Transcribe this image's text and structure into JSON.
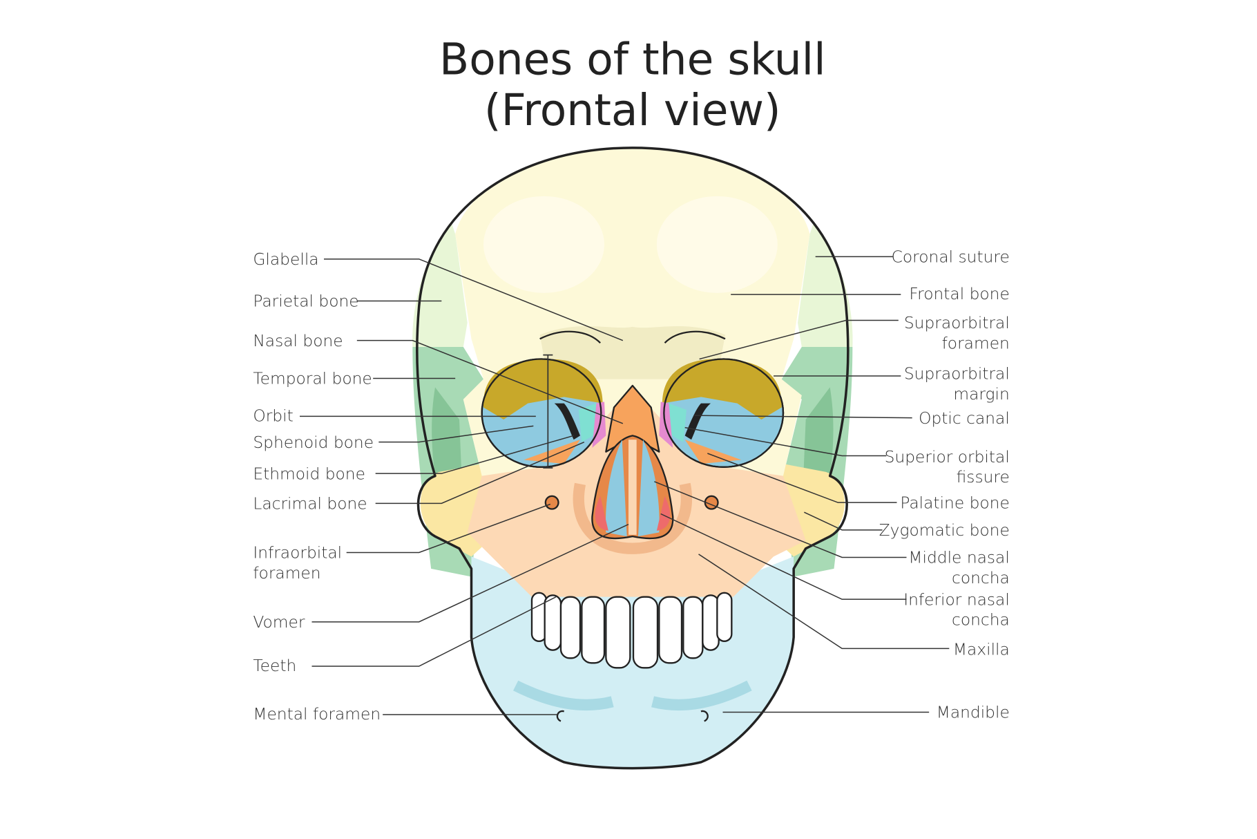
{
  "title": {
    "line1": "Bones of the skull",
    "line2": "(Frontal view)"
  },
  "labels_left": [
    {
      "lines": [
        "Glabella"
      ]
    },
    {
      "lines": [
        "Parietal bone"
      ]
    },
    {
      "lines": [
        "Nasal bone"
      ]
    },
    {
      "lines": [
        "Temporal bone"
      ]
    },
    {
      "lines": [
        "Orbit"
      ]
    },
    {
      "lines": [
        "Sphenoid bone"
      ]
    },
    {
      "lines": [
        "Ethmoid bone"
      ]
    },
    {
      "lines": [
        "Lacrimal bone"
      ]
    },
    {
      "lines": [
        "Infraorbital",
        "foramen"
      ]
    },
    {
      "lines": [
        "Vomer"
      ]
    },
    {
      "lines": [
        "Teeth"
      ]
    },
    {
      "lines": [
        "Mental foramen"
      ]
    }
  ],
  "labels_right": [
    {
      "lines": [
        "Coronal suture"
      ]
    },
    {
      "lines": [
        "Frontal bone"
      ]
    },
    {
      "lines": [
        "Supraorbitral",
        "foramen"
      ]
    },
    {
      "lines": [
        "Supraorbitral",
        "margin"
      ]
    },
    {
      "lines": [
        "Optic canal"
      ]
    },
    {
      "lines": [
        "Superior orbital",
        "fissure"
      ]
    },
    {
      "lines": [
        "Palatine bone"
      ]
    },
    {
      "lines": [
        "Zygomatic bone"
      ]
    },
    {
      "lines": [
        "Middle nasal",
        "concha"
      ]
    },
    {
      "lines": [
        "Inferior nasal",
        "concha"
      ]
    },
    {
      "lines": [
        "Maxilla"
      ]
    },
    {
      "lines": [
        "Mandible"
      ]
    }
  ],
  "colors": {
    "frontal": "#fdf9d8",
    "parietal": "#e8f6d6",
    "temporal": "#a8dab5",
    "zygomatic": "#fbe7a3",
    "maxilla": "#fdd9b5",
    "mandible": "#d2eef4",
    "orbit": "#8ecae0",
    "orbit_roof": "#c8a82a",
    "nasal": "#f7a35c",
    "concha": "#ee6b6b"
  }
}
